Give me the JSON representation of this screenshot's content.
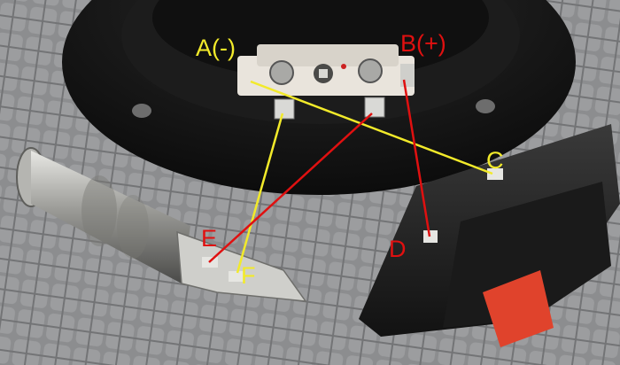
{
  "labels": {
    "a": "A(-)",
    "b": "B(+)",
    "c": "C",
    "d": "D",
    "e": "E",
    "f": "F"
  },
  "colors": {
    "negative": "#f2ea2a",
    "positive": "#e01010",
    "mat": "#8f9092",
    "speaker": "#141414",
    "metal": "#c8c8c4"
  }
}
